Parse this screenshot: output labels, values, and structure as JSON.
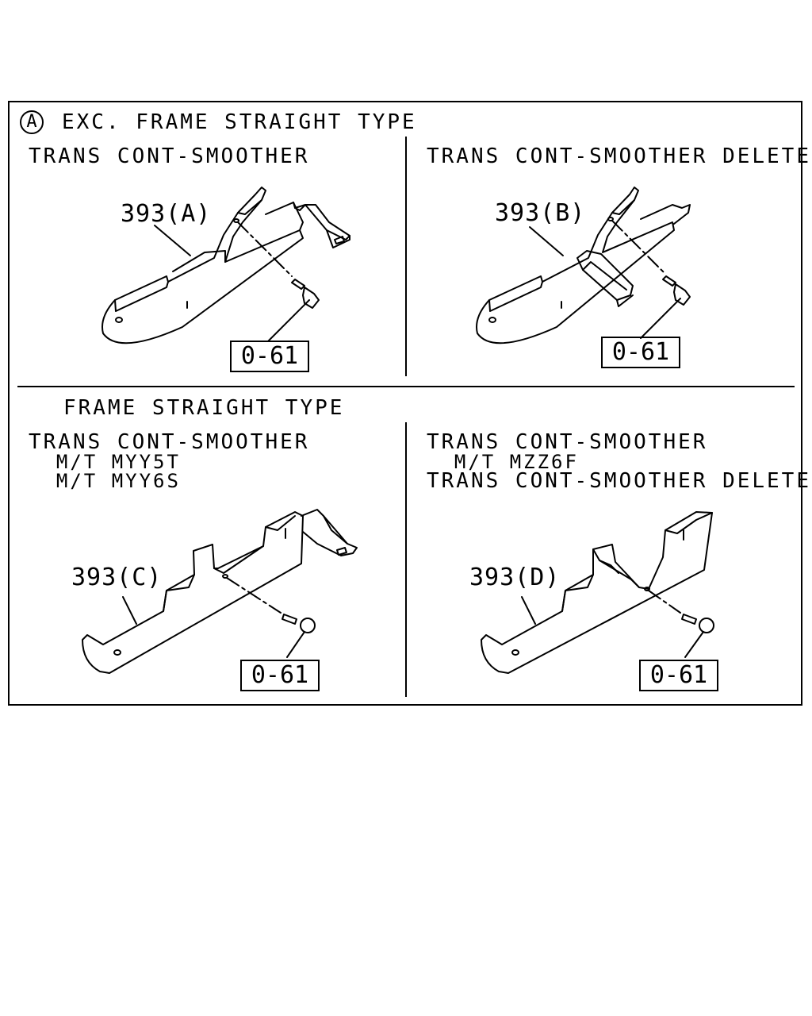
{
  "marker": "A",
  "header": "EXC. FRAME STRAIGHT TYPE",
  "frame_straight": "FRAME STRAIGHT TYPE",
  "panels": [
    {
      "title_lines": [
        "TRANS CONT-SMOOTHER"
      ],
      "part": "393(A)",
      "ref": "0-61"
    },
    {
      "title_lines": [
        "TRANS CONT-SMOOTHER DELETE"
      ],
      "part": "393(B)",
      "ref": "0-61"
    },
    {
      "title_lines": [
        "TRANS CONT-SMOOTHER",
        "  M/T MYY5T",
        "  M/T MYY6S"
      ],
      "part": "393(C)",
      "ref": "0-61"
    },
    {
      "title_lines": [
        "TRANS CONT-SMOOTHER",
        "  M/T MZZ6F",
        "TRANS CONT-SMOOTHER DELETE"
      ],
      "part": "393(D)",
      "ref": "0-61"
    }
  ]
}
